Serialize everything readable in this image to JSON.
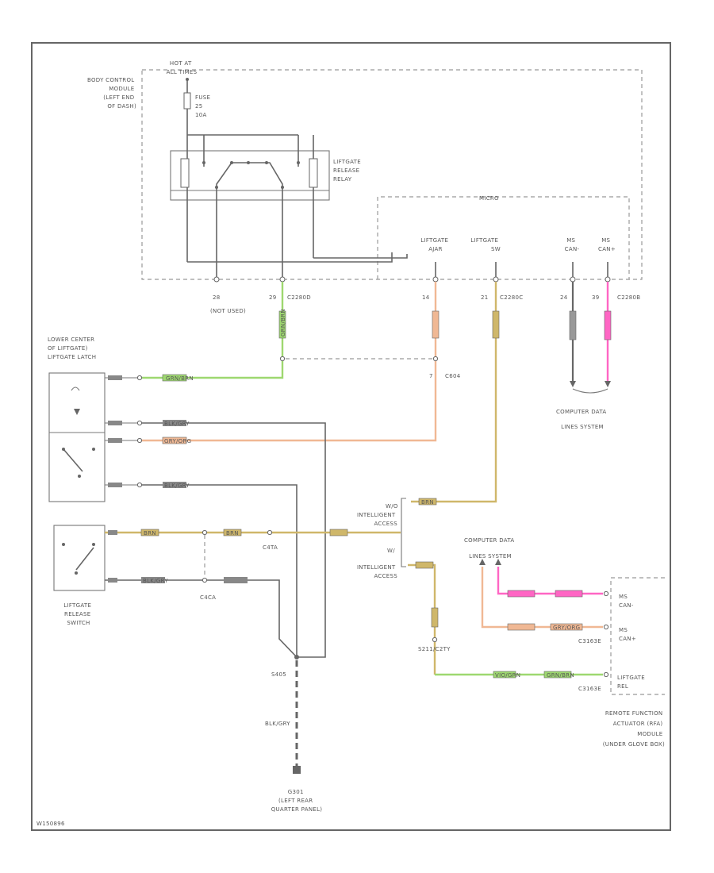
{
  "labels": {
    "bcm": [
      "BODY CONTROL",
      "MODULE",
      "(LEFT END",
      "OF DASH)"
    ],
    "hot": [
      "HOT AT",
      "ALL TIMES"
    ],
    "fuse": [
      "FUSE",
      "25",
      "10A"
    ],
    "relay": [
      "LIFTGATE",
      "RELEASE",
      "RELAY"
    ],
    "micro": "MICRO",
    "conn_liftgate_ajar": [
      "LIFTGATE",
      "AJAR"
    ],
    "conn_liftgate_sw": [
      "LIFTGATE",
      "SW"
    ],
    "conn_can_minus": [
      "MS",
      "CAN-"
    ],
    "conn_can_plus": [
      "MS",
      "CAN+"
    ],
    "pin_28": "28",
    "not_used": "(NOT USED)",
    "pin_29": "29",
    "c2280d": "C2280D",
    "pin_14": "14",
    "pin_21": "21",
    "c2280c": "C2280C",
    "pin_24": "24",
    "pin_39": "39",
    "c2280b": "C2280B",
    "c604": "C604",
    "c604_pin": "7",
    "lower_center": [
      "LOWER CENTER",
      "OF LIFTGATE)",
      "LIFTGATE LATCH"
    ],
    "computer_data_1": [
      "COMPUTER DATA",
      "LINES SYSTEM"
    ],
    "computer_data_2": [
      "COMPUTER DATA",
      "LINES SYSTEM"
    ],
    "intelligent_access_1": [
      "INTELLIGENT",
      "ACCESS"
    ],
    "intelligent_access_2": [
      "INTELLIGENT",
      "ACCESS"
    ],
    "ia_pin_1": "W/O",
    "ia_pin_2": "W/",
    "c4ta": "C4TA",
    "c4ca": "C4CA",
    "liftgate_release_switch": [
      "LIFTGATE",
      "RELEASE",
      "SWITCH"
    ],
    "s405": "S405",
    "blk_gry": "BLK/GRY",
    "g301": [
      "G301",
      "(LEFT REAR",
      "QUARTER PANEL)"
    ],
    "rfa": [
      "REMOTE FUNCTION",
      "ACTUATOR (RFA)",
      "MODULE",
      "(UNDER GLOVE BOX)"
    ],
    "rfa_can_minus": [
      "MS",
      "CAN-"
    ],
    "rfa_can_plus": [
      "MS",
      "CAN+"
    ],
    "rfa_liftgate": [
      "LIFTGATE",
      "REL"
    ],
    "c3163e_1": "C3163E",
    "c3163e_2": "C3163E",
    "s211": "S211/C2TY",
    "ref_code": "W150896"
  },
  "wires": {
    "grn_brn": "GRN/BRN",
    "blk_gry": "BLK/GRY",
    "gry_org": "GRY/ORG",
    "brn": "BRN",
    "vio_grn": "VIO/GRN"
  },
  "colors": {
    "green": "#9ed870",
    "orange": "#f0b894",
    "tan": "#cfb76a",
    "magenta": "#ff66c4",
    "dark": "#666666"
  }
}
